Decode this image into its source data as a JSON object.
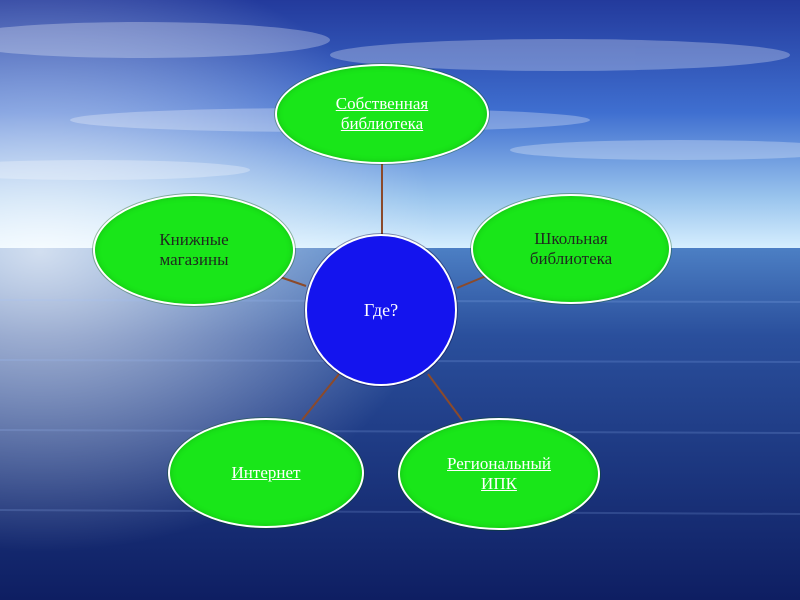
{
  "colors": {
    "node_fill": "#19e619",
    "hub_fill": "#1414ee",
    "connector": "#8b4a2b"
  },
  "diagram": {
    "hub": {
      "label": "Где?"
    },
    "nodes": [
      {
        "id": "own-library",
        "label": "Собственная\nбиблиотека",
        "style": "link"
      },
      {
        "id": "school-library",
        "label": "Школьная\nбиблиотека",
        "style": "dark"
      },
      {
        "id": "regional-ipk",
        "label": "Региональный\nИПК",
        "style": "link"
      },
      {
        "id": "internet",
        "label": "Интернет",
        "style": "link"
      },
      {
        "id": "bookstores",
        "label": "Книжные\nмагазины",
        "style": "dark"
      }
    ]
  }
}
